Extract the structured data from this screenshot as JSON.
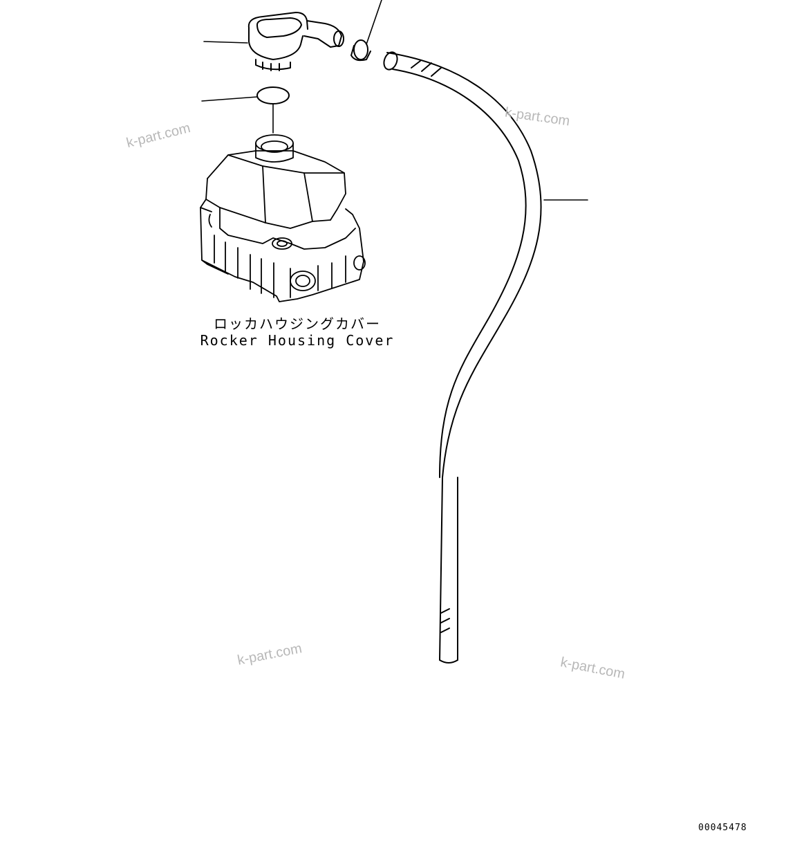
{
  "diagram": {
    "part_label_japanese": "ロッカハウジングカバー",
    "part_label_english": "Rocker Housing Cover",
    "figure_number": "00045478",
    "watermarks": [
      "k-part.com",
      "k-part.com",
      "k-part.com",
      "k-part.com"
    ]
  }
}
